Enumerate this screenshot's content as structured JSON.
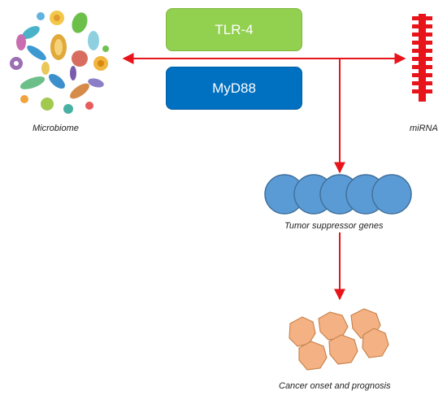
{
  "boxes": {
    "tlr4": "TLR-4",
    "myd88": "MyD88"
  },
  "labels": {
    "microbiome": "Microbiome",
    "mirna": "miRNA",
    "tumor_suppressor_genes": "Tumor suppressor genes",
    "cancer": "Cancer onset and prognosis"
  },
  "colors": {
    "arrow": "#e8141b",
    "tlr4_box": "#92d050",
    "myd88_box": "#0070c0",
    "gene_circle": "#5b9bd5",
    "cancer_cell": "#f4b183",
    "mirna_icon": "#e8141b"
  },
  "icons": {
    "microbiome": "microbiome-cluster-icon",
    "mirna": "mirna-strand-icon",
    "genes": "gene-circles-icon",
    "cancer": "cancer-cells-icon"
  }
}
